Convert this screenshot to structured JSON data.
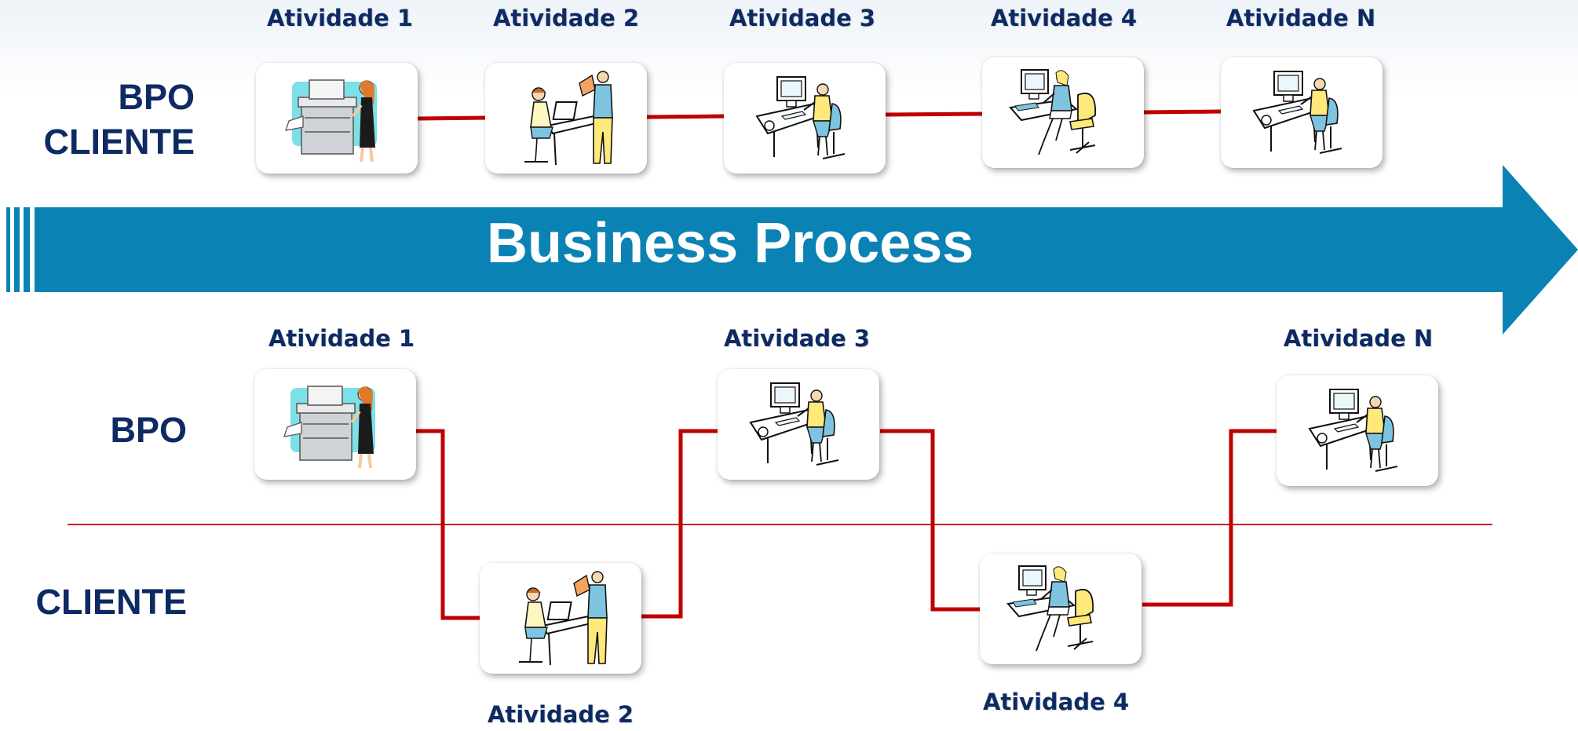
{
  "banner": {
    "title": "Business Process",
    "color": "#0a82b4"
  },
  "colors": {
    "text": "#0d2a63",
    "connector": "#c00000",
    "divider": "#cc2222"
  },
  "top_diagram": {
    "lane_label": "BPO\nCLIENTE",
    "activities": [
      {
        "label": "Atividade 1",
        "icon": "copier-worker-icon"
      },
      {
        "label": "Atividade 2",
        "icon": "office-meeting-icon"
      },
      {
        "label": "Atividade 3",
        "icon": "computer-worker-icon"
      },
      {
        "label": "Atividade 4",
        "icon": "desk-worker-icon"
      },
      {
        "label": "Atividade N",
        "icon": "computer-worker-icon"
      }
    ]
  },
  "bottom_diagram": {
    "lanes": {
      "upper": "BPO",
      "lower": "CLIENTE"
    },
    "activities": [
      {
        "label": "Atividade 1",
        "lane": "BPO",
        "icon": "copier-worker-icon"
      },
      {
        "label": "Atividade 2",
        "lane": "CLIENTE",
        "icon": "office-meeting-icon"
      },
      {
        "label": "Atividade 3",
        "lane": "BPO",
        "icon": "computer-worker-icon"
      },
      {
        "label": "Atividade 4",
        "lane": "CLIENTE",
        "icon": "desk-worker-icon"
      },
      {
        "label": "Atividade N",
        "lane": "BPO",
        "icon": "computer-worker-icon"
      }
    ]
  }
}
